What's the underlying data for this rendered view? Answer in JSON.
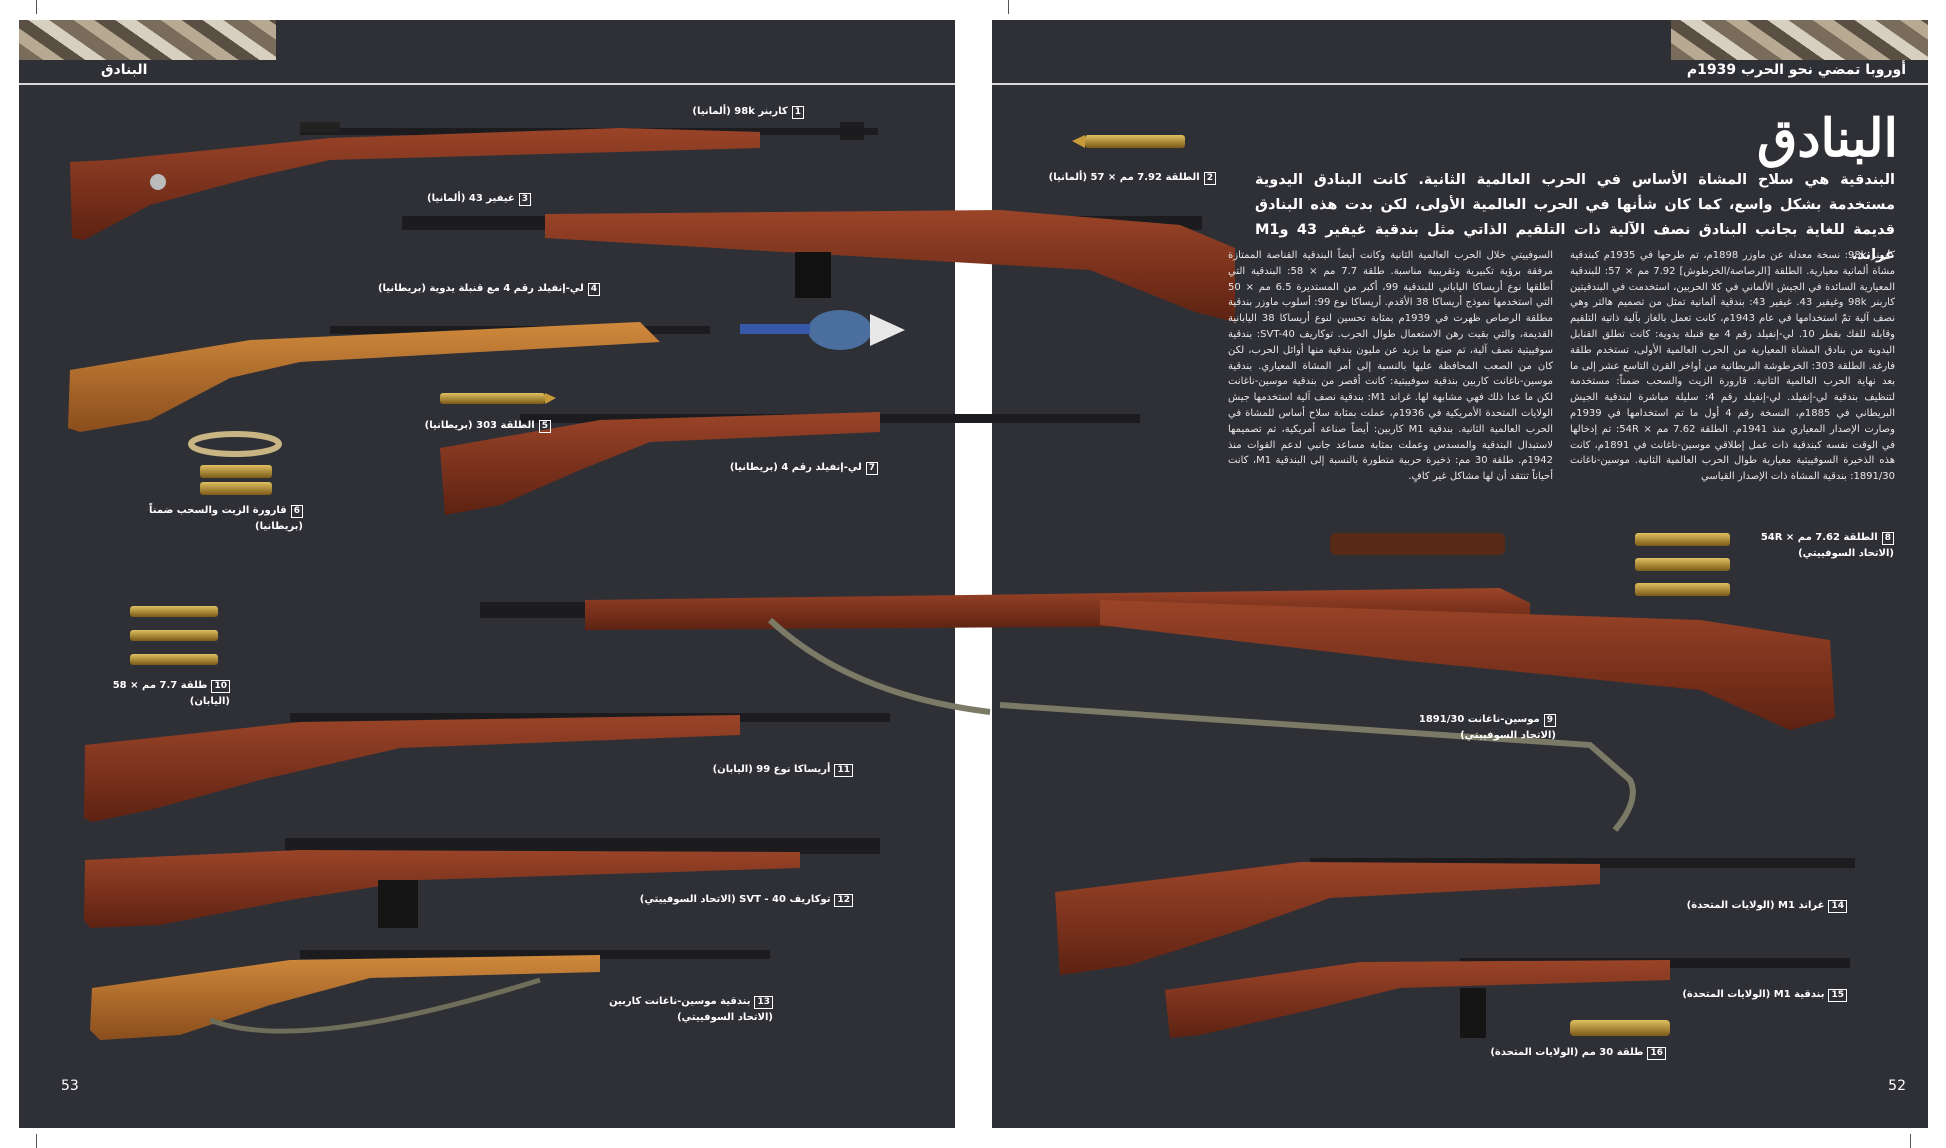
{
  "pages": {
    "left": {
      "header": "البنادق",
      "number": "53"
    },
    "right": {
      "header": "أوروبا تمضي نحو الحرب 1939م",
      "number": "52"
    }
  },
  "title": "البنادق",
  "lead": "البندقية هي سلاح المشاة الأساس في الحرب العالمية الثانية. كانت البنادق اليدوية مستخدمة بشكل واسع، كما كان شأنها في الحرب العالمية الأولى، لكن بدت هذه البنادق قديمة للغاية بجانب البنادق نصف الآلية ذات التلقيم الذاتي مثل بندقية غيفير 43 وM1 غراند.",
  "columns": {
    "right": "كاربنر 98k: نسخة معدلة عن ماوزر 1898م، تم طرحها في 1935م كبندقية مشاة ألمانية معيارية. الطلقة [الرصاصة/الخرطوش] 7.92 مم × 57: للبندقية المعيارية السائدة في الجيش الألماني في كلا الحربين، استخدمت في البندقيتين كاربنر 98k وغيفير 43. غيفير 43: بندقية ألمانية تمثل من تصميم هالتر وهي نصف آلية تمّ استخدامها في عام 1943م، كانت تعمل بالغاز بآلية ذاتية التلقيم وقابلة للفك بقطر 10. لي-إنفيلد رقم 4 مع قنبلة يدوية: كانت تطلق القنابل اليدوية من بنادق المشاة المعيارية من الحرب العالمية الأولى، تستخدم طلقة فارغة. الطلقة 303: الخرطوشة البريطانية من أواخر القرن التاسع عشر إلى ما بعد نهاية الحرب العالمية الثانية. قارورة الزيت والسحب ضمناً: مستخدمة لتنظيف بندقية لي-إنفيلد. لي-إنفيلد رقم 4: سليلة مباشرة لبندقية الجيش البريطاني في 1885م، النسخة رقم 4 أول ما تم استخدامها في 1939م وصارت الإصدار المعياري منذ 1941م. الطلقة 7.62 مم × 54R: تم إدخالها في الوقت نفسه كبندقية ذات عمل إطلاقي موسين-ناغانت في 1891م، كانت هذه الذخيرة السوفييتية معيارية طوال الحرب العالمية الثانية. موسين-ناغانت 1891/30: بندقية المشاة ذات الإصدار القياسي",
    "left": "السوفييتي خلال الحرب العالمية الثانية وكانت أيضاً البندقية القناصة الممتازة مرفقة برؤية تكبيرية وتقريبية مناسبة. طلقة 7.7 مم × 58: البندقية التي أطلقها نوع أريساكا الياباني للبندقية 99، أكبر من المستديرة 6.5 مم × 50 التي استخدمها نموذج أريساكا 38 الأقدم. أريساكا نوع 99: أسلوب ماوزر بندقية مطلقة الرصاص ظهرت في 1939م بمثابة تحسين لنوع أريساكا 38 اليابانية القديمة، والتي بقيت رهن الاستعمال طوال الحرب. توكاريف SVT-40: بندقية سوفييتية نصف آلية، تم صنع ما يزيد عن مليون بندقية منها أوائل الحرب، لكن كان من الصعب المحافظة عليها بالنسبة إلى أمر المشاة المعياري. بندقية موسين-ناغانت كاربين بندقية سوفييتية: كانت أقصر من بندقية موسين-ناغانت لكن ما عدا ذلك فهي مشابهة لها. غراند M1: بندقية نصف آلية استخدمها جيش الولايات المتحدة الأمريكية في 1936م، عملت بمثابة سلاح أساس للمشاة في الحرب العالمية الثانية. بندقية M1 كاربين: أيضاً صناعة أمريكية، تم تصميمها لاستبدال البندقية والمسدس وعملت بمثابة مساعد جانبي لدعم القوات منذ 1942م. طلقة 30 مم: ذخيرة حربية متطورة بالنسبة إلى البندقية M1، كانت أحياناً تنتقد أن لها مشاكل غير كافٍ."
  },
  "captions": [
    {
      "n": "1",
      "text": "كاربنر 98k (ألمانيا)"
    },
    {
      "n": "2",
      "text": "الطلقة 7.92 مم × 57 (ألمانيا)"
    },
    {
      "n": "3",
      "text": "غيفير 43 (ألمانيا)"
    },
    {
      "n": "4",
      "text": "لي-إنفيلد رقم 4 مع قنبلة يدوية (بريطانيا)"
    },
    {
      "n": "5",
      "text": "الطلقة 303 (بريطانيا)"
    },
    {
      "n": "6",
      "text": "قارورة الزيت والسحب ضمناً",
      "sub": "(بريطانيا)"
    },
    {
      "n": "7",
      "text": "لي-إنفيلد رقم 4 (بريطانيا)"
    },
    {
      "n": "8",
      "text": "الطلقة 7.62 مم × 54R",
      "sub": "(الاتحاد السوفييتي)"
    },
    {
      "n": "9",
      "text": "موسين-ناغانت 1891/30",
      "sub": "(الاتحاد السوفييتي)"
    },
    {
      "n": "10",
      "text": "طلقة 7.7 مم × 58",
      "sub": "(اليابان)"
    },
    {
      "n": "11",
      "text": "أريساكا نوع 99 (اليابان)"
    },
    {
      "n": "12",
      "text": "توكاريف SVT - 40 (الاتحاد السوفييتي)"
    },
    {
      "n": "13",
      "text": "بندقية موسين-ناغانت كاربين",
      "sub": "(الاتحاد السوفييتي)"
    },
    {
      "n": "14",
      "text": "غراند M1 (الولايات المتحدة)"
    },
    {
      "n": "15",
      "text": "بندقية M1 (الولايات المتحدة)"
    },
    {
      "n": "16",
      "text": "طلقة 30 مم (الولايات المتحدة)"
    }
  ],
  "colors": {
    "page_bg": "#2f2f36",
    "wood": "#7a2e1a",
    "wood_light": "#b06a2a",
    "metal": "#1c1c1f",
    "brass": "#a8842c"
  }
}
